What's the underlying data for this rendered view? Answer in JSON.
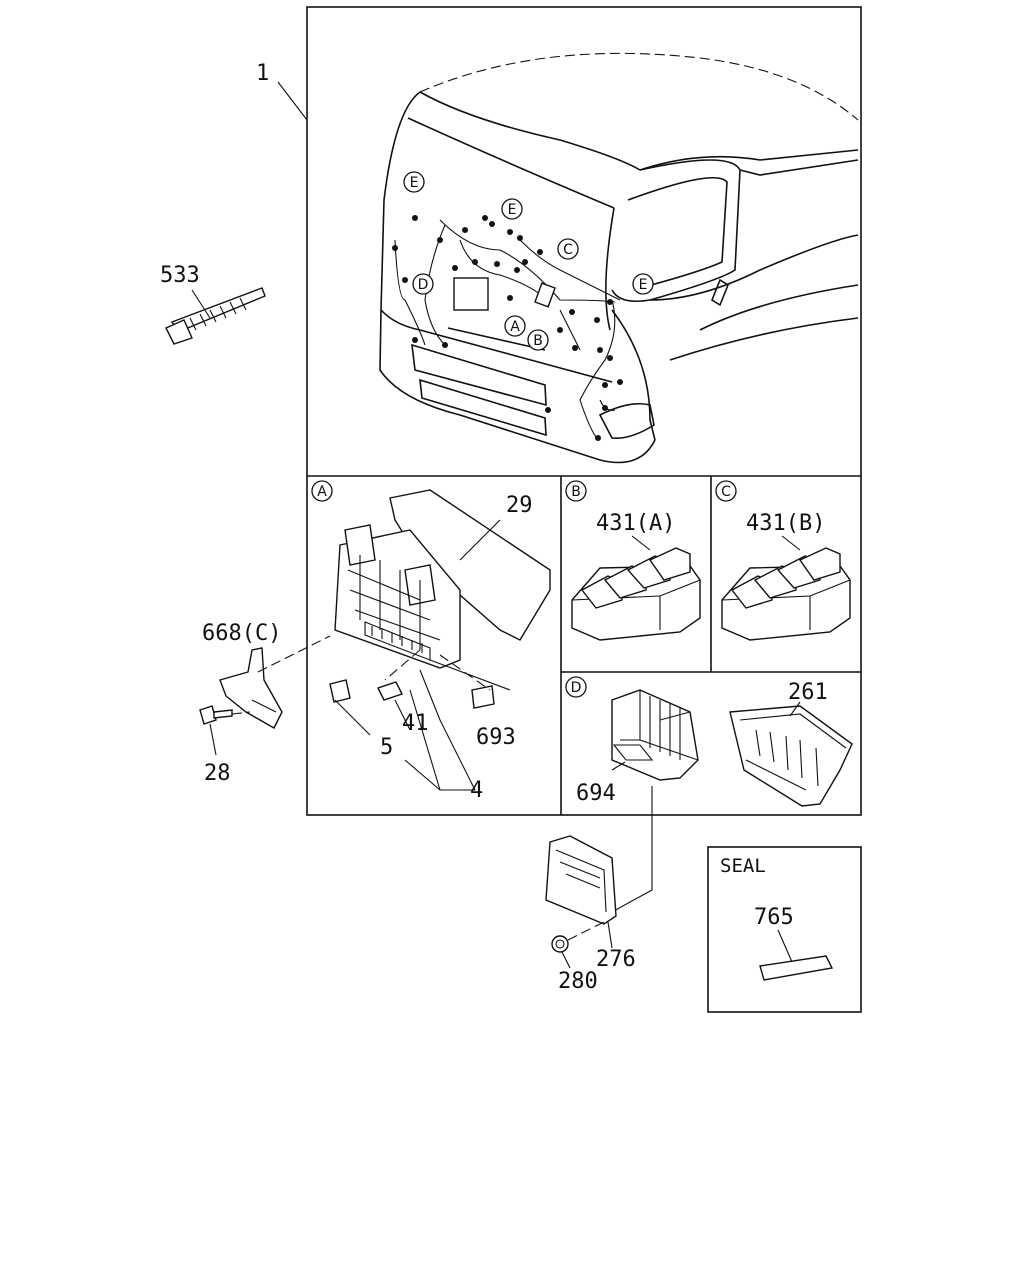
{
  "diagram": {
    "callouts": {
      "c1": "1",
      "c533": "533",
      "c29": "29",
      "c668c": "668(C)",
      "c28": "28",
      "c41": "41",
      "c5": "5",
      "c4": "4",
      "c693": "693",
      "c431a": "431(A)",
      "c431b": "431(B)",
      "c261": "261",
      "c694": "694",
      "c276": "276",
      "c280": "280",
      "c765": "765"
    },
    "seal_title": "SEAL",
    "detail_letters": {
      "a": "A",
      "b": "B",
      "c": "C",
      "d": "D",
      "e": "E"
    }
  }
}
